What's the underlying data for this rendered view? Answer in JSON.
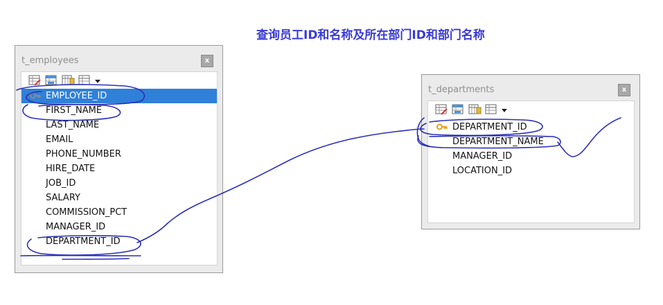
{
  "title": "查询员工ID和名称及所在部门ID和部门名称",
  "employees_window": {
    "title": "t_employees",
    "close_label": "x",
    "fields": [
      "EMPLOYEE_ID",
      "FIRST_NAME",
      "LAST_NAME",
      "EMAIL",
      "PHONE_NUMBER",
      "HIRE_DATE",
      "JOB_ID",
      "SALARY",
      "COMMISSION_PCT",
      "MANAGER_ID",
      "DEPARTMENT_ID"
    ],
    "selected_field": "EMPLOYEE_ID",
    "primary_key": "EMPLOYEE_ID"
  },
  "departments_window": {
    "title": "t_departments",
    "close_label": "x",
    "fields": [
      "DEPARTMENT_ID",
      "DEPARTMENT_NAME",
      "MANAGER_ID",
      "LOCATION_ID"
    ],
    "primary_key": "DEPARTMENT_ID"
  },
  "toolbar_icons": [
    "design-table-icon",
    "view-table-icon",
    "query-icon",
    "grid-icon",
    "dropdown-caret-icon"
  ],
  "colors": {
    "title": "#3a3ad6",
    "selection": "#2f80d8",
    "ink": "#2b2fb8",
    "window_bg": "#ebebeb"
  }
}
